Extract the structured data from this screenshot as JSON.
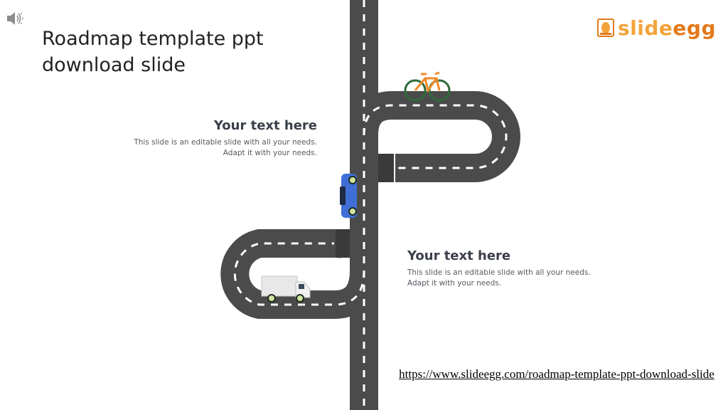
{
  "slide": {
    "title": "Roadmap template ppt download slide",
    "brand": {
      "part1": "slide",
      "part2": "egg"
    },
    "blocks": [
      {
        "heading": "Your text here",
        "body": "This slide is an editable slide with all your needs. Adapt it with your needs."
      },
      {
        "heading": "Your text here",
        "body": "This slide is an editable slide with all your needs. Adapt it with your needs."
      }
    ],
    "link": "https://www.slideegg.com/roadmap-template-ppt-download-slide"
  },
  "icons": [
    "speaker-icon",
    "slideegg-logo-icon",
    "bicycle-icon",
    "car-icon",
    "truck-icon"
  ],
  "colors": {
    "road": "#4b4b4b",
    "road_shadow": "#3a3a3a",
    "lane": "#ffffff",
    "brand_light": "#f3a33a",
    "brand_dark": "#e27a1b",
    "car": "#3f6fd6",
    "bike": "#f08a2a"
  }
}
